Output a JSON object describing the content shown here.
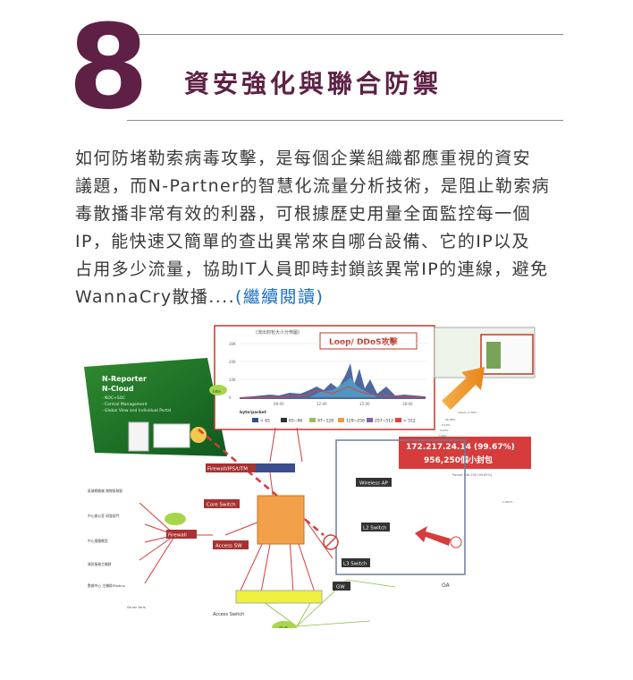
{
  "section": {
    "number": "8",
    "title": "資安強化與聯合防禦"
  },
  "body": {
    "lines": [
      "如何防堵勒索病毒攻擊，是每個企業組織都應重視的資安",
      "議題，而N-Partner的智慧化流量分析技術，是阻止勒索病",
      "毒散播非常有效的利器，可根據歷史用量全面監控每一個",
      "IP，能快速又簡單的查出異常來自哪台設備、它的IP以及",
      "占用多少流量，協助IT人員即時封鎖該異常IP的連線，避免",
      "WannaCry散播...."
    ],
    "read_more": "(繼續閱讀)"
  },
  "diagram": {
    "chart_panel_title": "(流出封包大小分佈圖)",
    "attack_label": "Loop/ DDoS攻擊",
    "unit_label": "byte/packet",
    "y_ticks": [
      "30K",
      "20K",
      "10K",
      "0"
    ],
    "x_ticks": [
      "09:00",
      "12:00",
      "15:00",
      "18:00"
    ],
    "legend": [
      {
        "label": "< 65",
        "color": "#2f4d8f"
      },
      {
        "label": "65~96",
        "color": "#333333"
      },
      {
        "label": "97~128",
        "color": "#9bbb59"
      },
      {
        "label": "129~256",
        "color": "#f79646"
      },
      {
        "label": "257~512",
        "color": "#8064a2"
      },
      {
        "label": "> 512",
        "color": "#e83e3e"
      }
    ],
    "ip_callout_line1": "172.217.24.14 (99.67%)",
    "ip_callout_line2": "956,250個小封包",
    "packet_note": "Packet 956,250 (99.67%)",
    "reporter": {
      "title1": "N-Reporter",
      "title2": "N-Cloud",
      "items": [
        "- NOC+SOC",
        "- Central Management",
        "- Global View and Individual Portal"
      ]
    },
    "nodes": {
      "firewall_ips": "Firewall/IPS/UTM",
      "core_switch": "Core Switch",
      "firewall": "Firewall",
      "access_sw": "Access SW",
      "wireless_ap": "Wireless AP",
      "l2_switch": "L2 Switch",
      "l3_switch": "L3 Switch",
      "gw": "GW",
      "oa": "OA",
      "access_switch": "Access Switch",
      "intranet": "區網",
      "internet": "Inte",
      "server_farm": "Server Farm"
    },
    "left_labels": [
      "區域網路端\n無線接取點",
      "中心辦公室\n研發部門",
      "中心電腦教室",
      "資訊服務主機群",
      "數據中心\n主機群/Radius"
    ],
    "pct_labels": [
      "others, 2.78%",
      "96.89%",
      "9.10%",
      "9.93%",
      "7.44%",
      "1.997%"
    ]
  }
}
